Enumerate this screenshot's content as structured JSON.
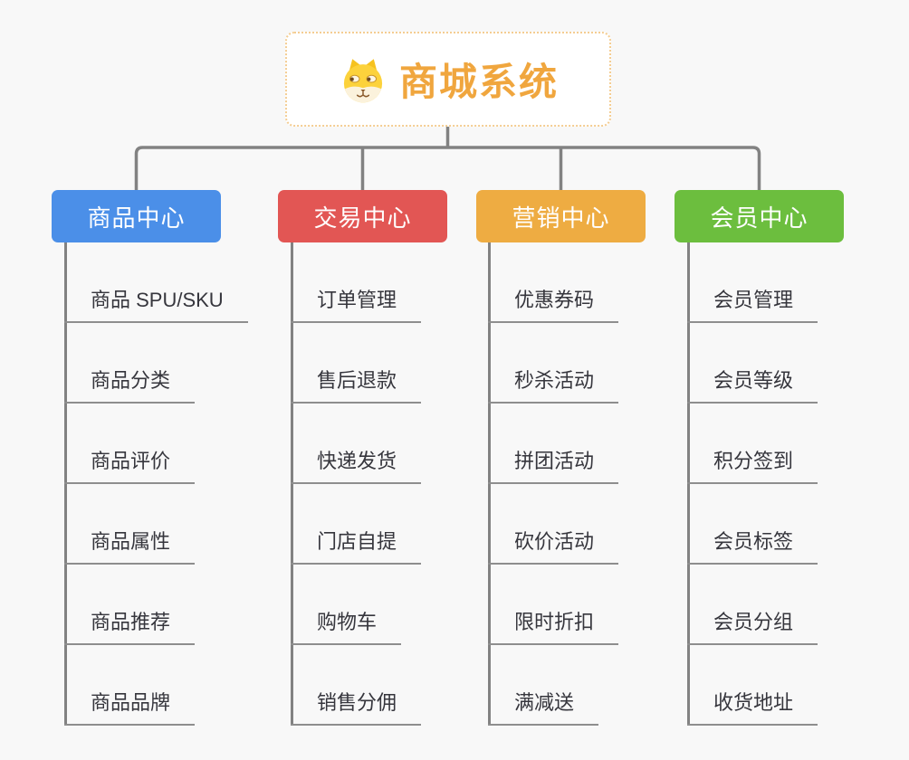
{
  "root": {
    "title": "商城系统",
    "icon": "dog-icon"
  },
  "branches": [
    {
      "label": "商品中心",
      "color": "#4B8FE8",
      "children": [
        "商品 SPU/SKU",
        "商品分类",
        "商品评价",
        "商品属性",
        "商品推荐",
        "商品品牌"
      ]
    },
    {
      "label": "交易中心",
      "color": "#E25654",
      "children": [
        "订单管理",
        "售后退款",
        "快递发货",
        "门店自提",
        "购物车",
        "销售分佣"
      ]
    },
    {
      "label": "营销中心",
      "color": "#EEAC42",
      "children": [
        "优惠券码",
        "秒杀活动",
        "拼团活动",
        "砍价活动",
        "限时折扣",
        "满减送"
      ]
    },
    {
      "label": "会员中心",
      "color": "#6CBE3E",
      "children": [
        "会员管理",
        "会员等级",
        "积分签到",
        "会员标签",
        "会员分组",
        "收货地址"
      ]
    }
  ],
  "colors": {
    "background": "#F8F8F8",
    "connector": "#828282",
    "underline": "#8E8E8E",
    "child_text": "#36363D",
    "root_text": "#F0A63E",
    "root_border": "#F4CD92",
    "branch_text": "#FFFFFF"
  }
}
